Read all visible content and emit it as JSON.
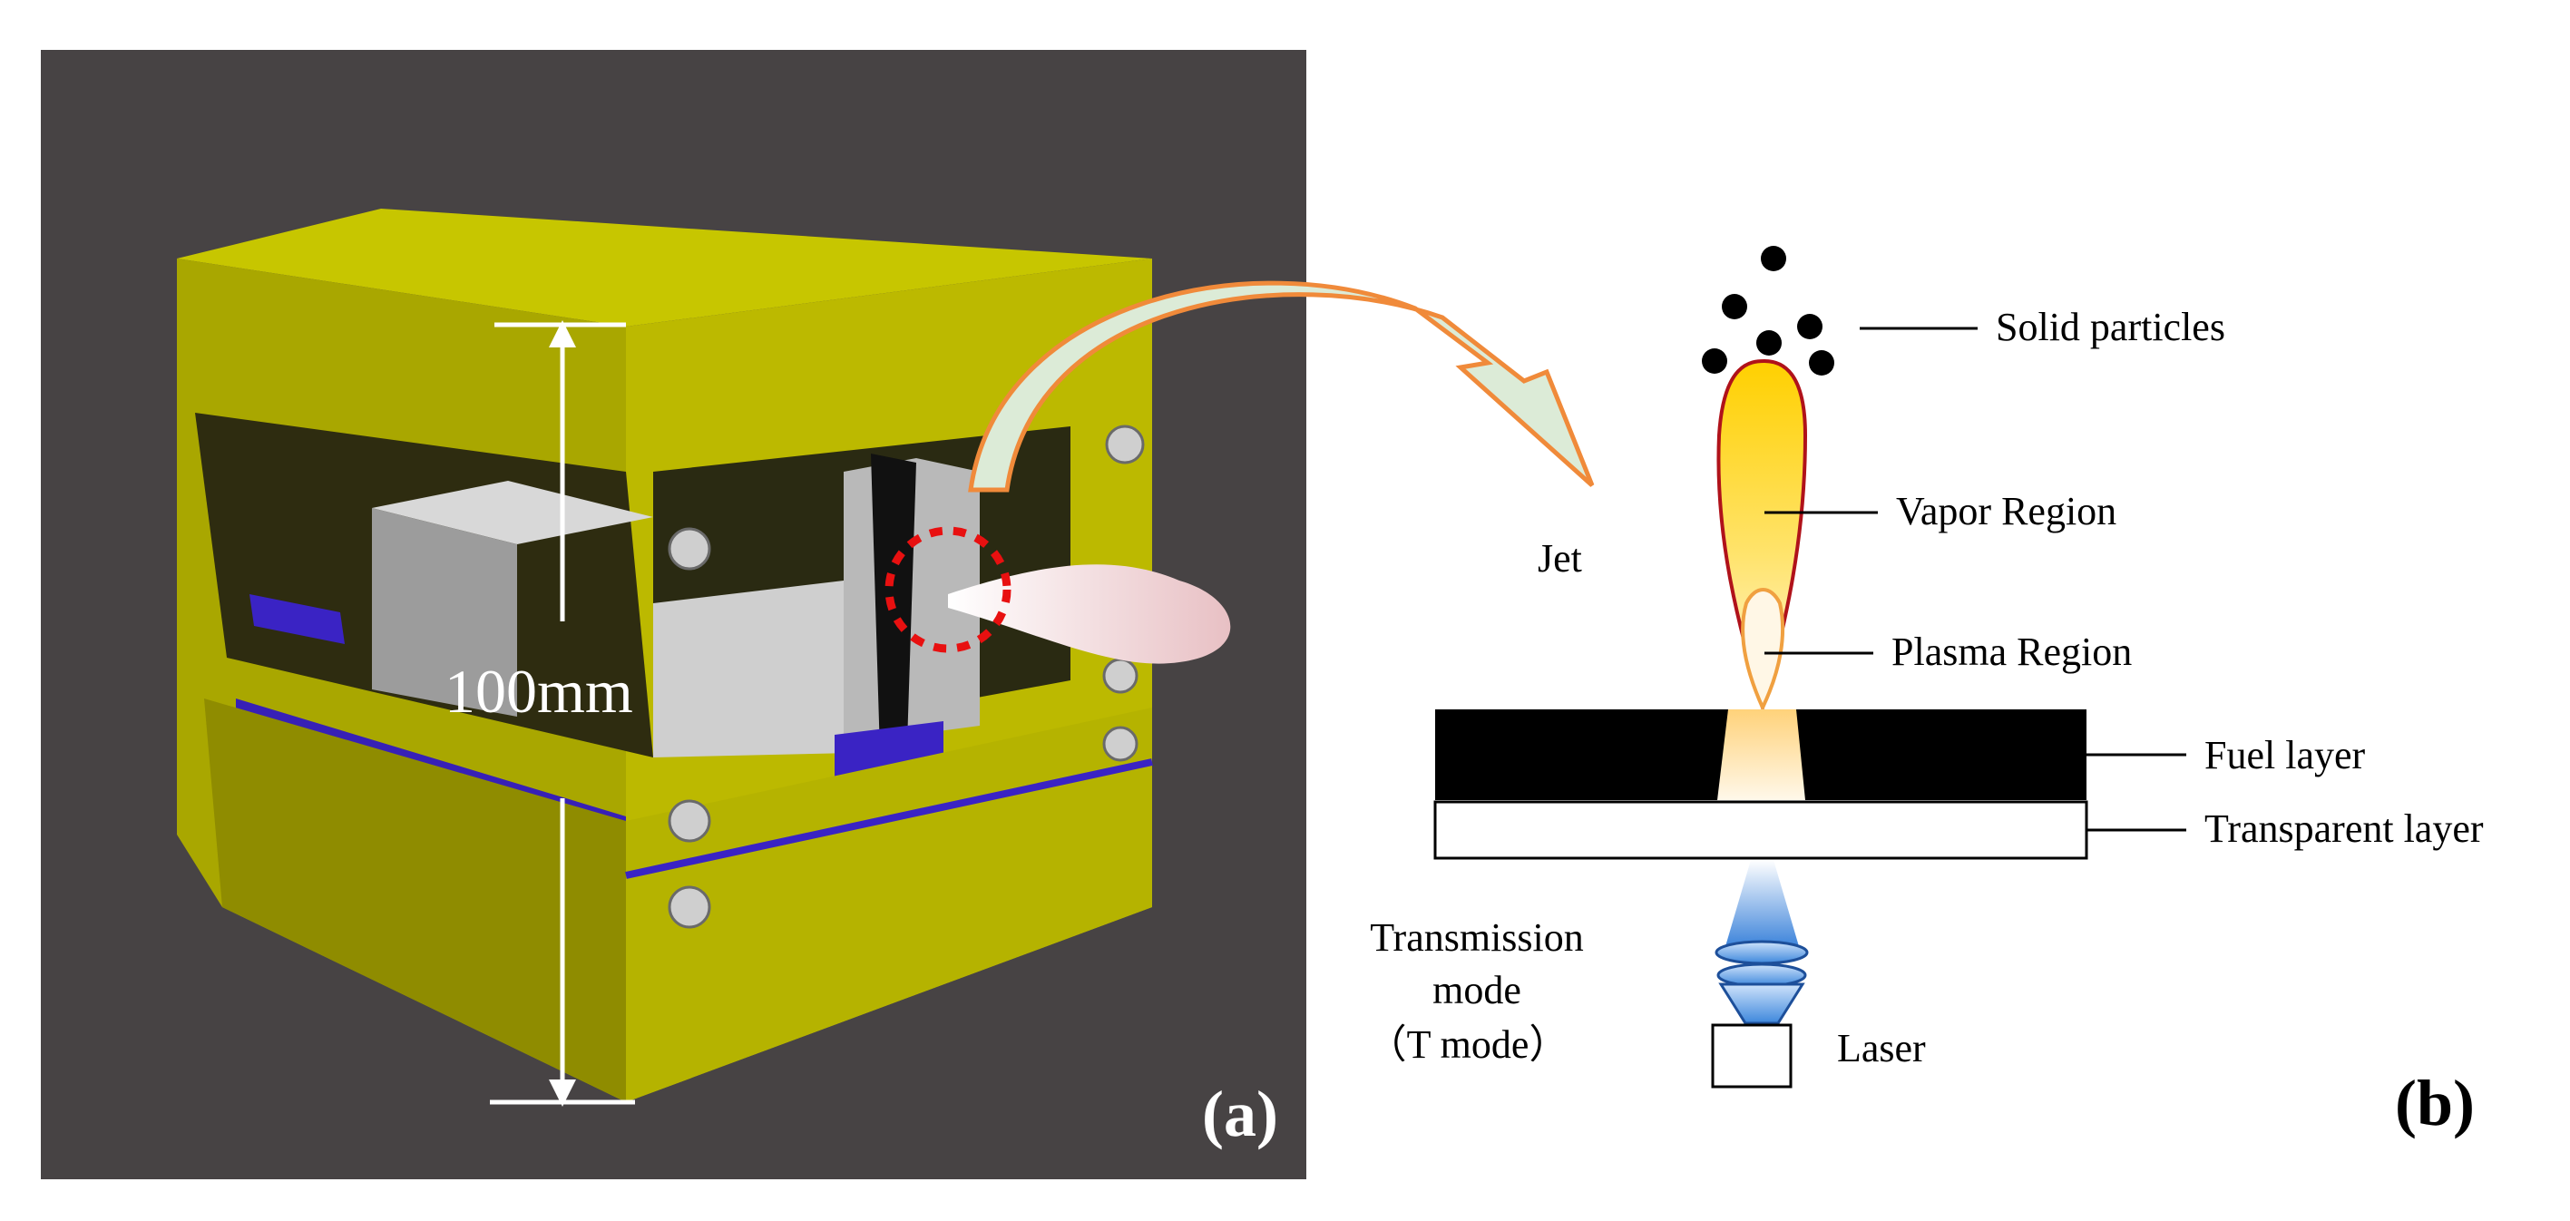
{
  "panel_a": {
    "label": "(a)",
    "dimension": "100mm",
    "colors": {
      "background": "#474344",
      "housing": "#c3c300",
      "housing_dark": "#8c8a00",
      "accent_blue": "#2a1fc0",
      "highlight_ring": "#e81010"
    }
  },
  "panel_b": {
    "label": "(b)",
    "labels": {
      "solid_particles": "Solid particles",
      "vapor_region": "Vapor Region",
      "jet": "Jet",
      "plasma_region": "Plasma Region",
      "fuel_layer": "Fuel layer",
      "transparent_layer": "Transparent layer",
      "mode_line1": "Transmission",
      "mode_line2": "mode",
      "mode_line3": "（T mode）",
      "laser": "Laser"
    },
    "colors": {
      "flame_top": "#ffd400",
      "flame_bottom": "#fff3c8",
      "flame_outline": "#b0121a",
      "fuel_layer": "#000000",
      "laser_beam": "#2f7bd8",
      "arrow_fill": "#dcebd7",
      "arrow_stroke": "#f08a3a"
    }
  }
}
